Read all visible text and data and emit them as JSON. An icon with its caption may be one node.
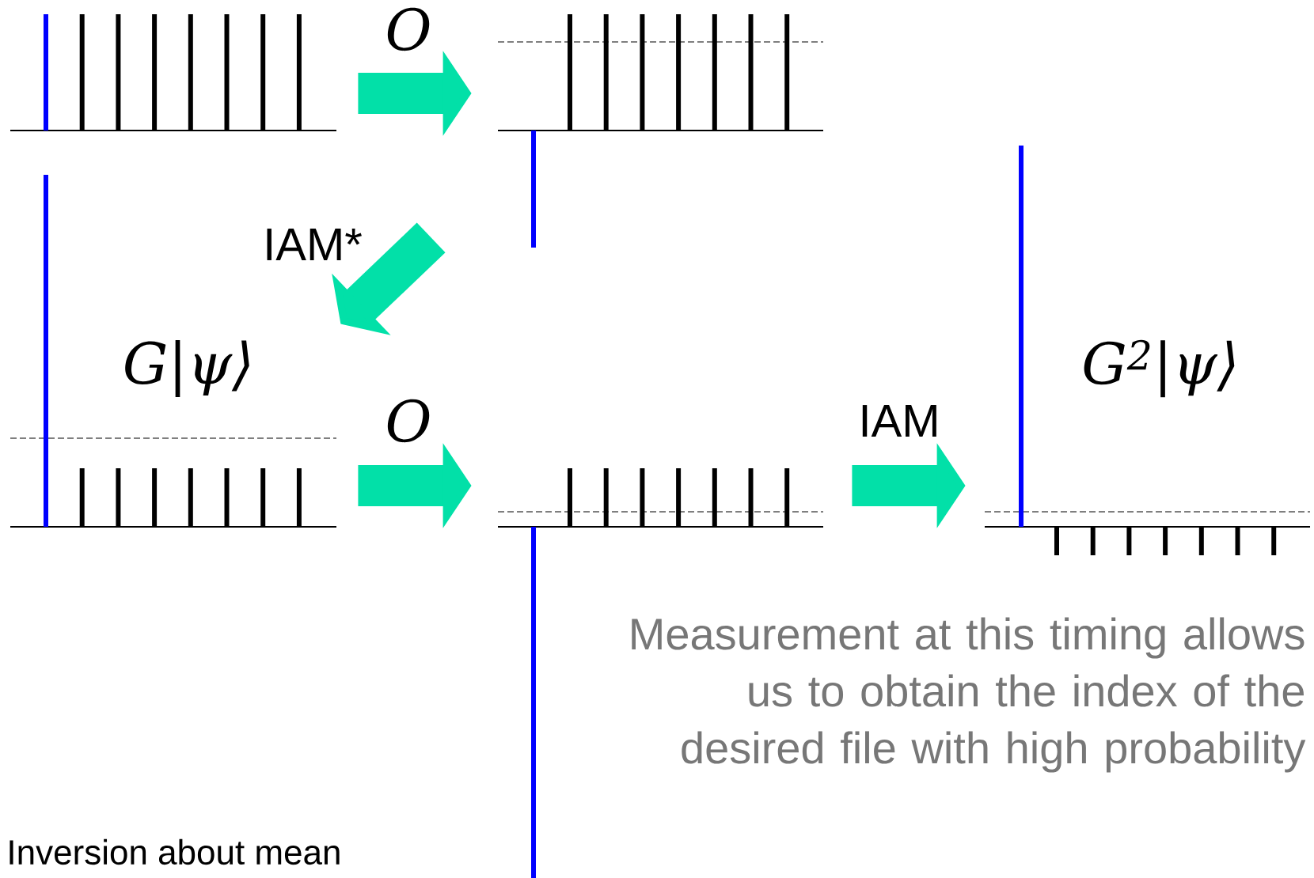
{
  "diagram": {
    "nodes": [
      {
        "text": [],
        "shape": "picture"
      },
      {
        "text": [],
        "shape": "picture"
      },
      {
        "text": [
          "G|ψ⟩"
        ]
      },
      {
        "text": [],
        "shape": "picture"
      },
      {
        "text": [
          "G$^{2}$|ψ⟩"
        ]
      }
    ],
    "edges": [
      {
        "from": 0,
        "to": 1,
        "arrow": "to",
        "label": "O"
      },
      {
        "from": 1,
        "to": 2,
        "arrow": "to",
        "label": "IAM*"
      },
      {
        "from": 2,
        "to": 3,
        "arrow": "to",
        "label": "O"
      },
      {
        "from": 3,
        "to": 4,
        "arrow": "to",
        "label": "IAM"
      }
    ],
    "labels": [
      "Measurement at this timing allows us to obtain the index of the desired file with high probability",
      "Inversion about mean"
    ]
  }
}
